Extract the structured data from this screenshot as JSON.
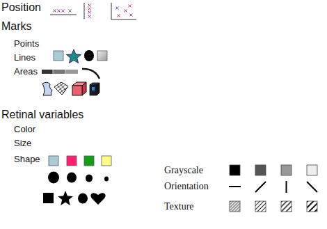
{
  "diagram": {
    "labels": [
      "Position",
      "Marks",
      "Points",
      "Lines",
      "Areas",
      "Retinal variables",
      "Color",
      "Size",
      "Shape",
      "Grayscale",
      "Orientation",
      "Texture"
    ]
  }
}
